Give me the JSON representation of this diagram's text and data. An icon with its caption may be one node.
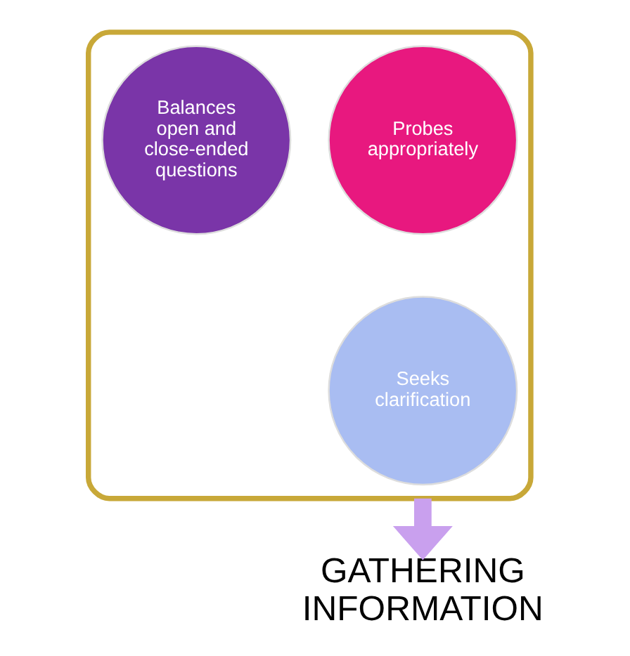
{
  "diagram": {
    "nodes": [
      {
        "text": [],
        "shape": "funnel"
      },
      {
        "text": [
          "Probes appropriately"
        ],
        "in": 0
      },
      {
        "text": [
          "Balances open and close-ended questions"
        ],
        "in": 0
      },
      {
        "text": [
          "Seeks clarification"
        ],
        "in": 0
      },
      {
        "text": [
          "GATHERING INFORMATION"
        ]
      }
    ],
    "edges": [
      {
        "from": 0,
        "to": 4,
        "arrow": "to"
      }
    ]
  }
}
